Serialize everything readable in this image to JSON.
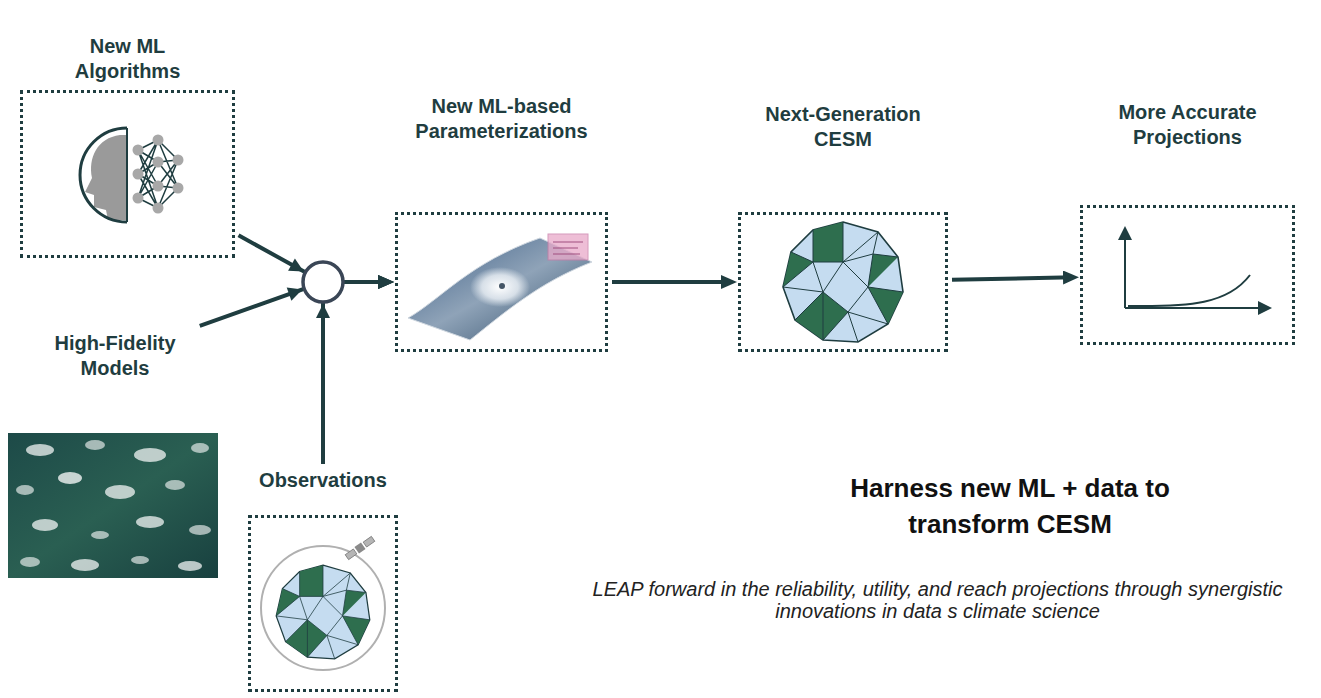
{
  "diagram": {
    "nodes": [
      {
        "text": [
          "New ML Algorithms"
        ]
      },
      {
        "text": [
          "High-Fidelity Models"
        ]
      },
      {
        "text": [
          "Observations"
        ]
      },
      {
        "text": [
          "New ML-based Parameterizations"
        ]
      },
      {
        "text": [
          "Next-Generation CESM"
        ]
      },
      {
        "text": [
          "More Accurate Projections"
        ]
      }
    ],
    "edges": [
      {
        "from": 0,
        "to": 3,
        "arrow": "to"
      },
      {
        "from": 1,
        "to": 3,
        "arrow": "to"
      },
      {
        "from": 2,
        "to": 3,
        "arrow": "to"
      },
      {
        "from": 3,
        "to": 4,
        "arrow": "to"
      },
      {
        "from": 4,
        "to": 5,
        "arrow": "to"
      }
    ],
    "labels": [
      "Harness new ML + data to transform CESM",
      "LEAP forward in the reliability, utility, and reach projections through synergistic innovations in data s climate science"
    ]
  }
}
